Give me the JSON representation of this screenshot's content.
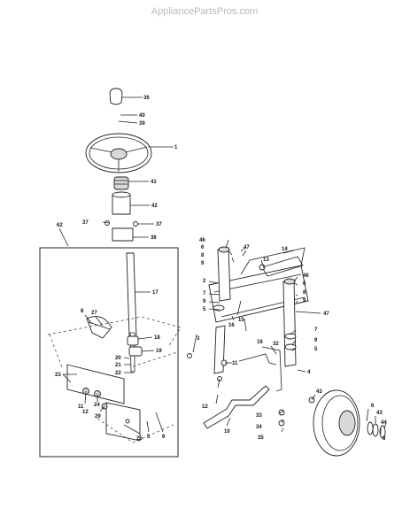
{
  "watermark": "AppliancePartsPros.com",
  "callouts": {
    "c36a": "36",
    "c40": "40",
    "c39": "39",
    "c1": "1",
    "c41": "41",
    "c42": "42",
    "c37a": "37",
    "c37b": "37",
    "c36b": "36",
    "c62": "62",
    "c17": "17",
    "c8a": "8",
    "c27": "27",
    "c18": "18",
    "c19": "19",
    "c20": "20",
    "c21": "21",
    "c22": "22",
    "c23": "23",
    "c11a": "11",
    "c12a": "12",
    "c24": "24",
    "c29": "29",
    "c25": "25",
    "c5a": "5",
    "c6a": "6",
    "c46a": "46",
    "c6b": "6",
    "c8b": "8",
    "c9a": "9",
    "c47a": "47",
    "c13": "13",
    "c14": "14",
    "c2": "2",
    "c7a": "7",
    "c9b": "9",
    "c5b": "5",
    "c16a": "16",
    "c15": "15",
    "c46b": "46",
    "c6c": "6",
    "c8c": "8",
    "c9c": "9",
    "c47b": "47",
    "c3": "3",
    "c16b": "16",
    "c32": "32",
    "c7b": "7",
    "c9d": "9",
    "c5c": "5",
    "c4": "4",
    "c11b": "11",
    "c12b": "12",
    "c10": "10",
    "c33": "33",
    "c34": "34",
    "c35": "35",
    "c43a": "43",
    "c6d": "6",
    "c43b": "43",
    "c44": "44",
    "c8d": "8"
  }
}
